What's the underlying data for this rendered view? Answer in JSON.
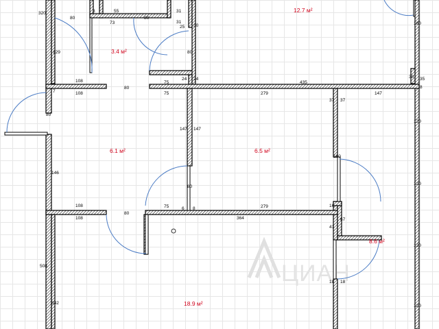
{
  "colors": {
    "area_label": "#d0021b",
    "door_arc": "#4a7bc4",
    "grid": "#e6e6e6",
    "wall": "#000000"
  },
  "rooms": [
    {
      "id": "room-12-7",
      "area": "12.7 м²"
    },
    {
      "id": "room-3-4",
      "area": "3.4 м²"
    },
    {
      "id": "room-6-1",
      "area": "6.1 м²"
    },
    {
      "id": "room-6-5",
      "area": "6.5 м²"
    },
    {
      "id": "room-8-6",
      "area": "8.6 м²"
    },
    {
      "id": "room-18-9",
      "area": "18.9 м²"
    }
  ],
  "dimensions": {
    "d320": "320",
    "d8a": "8",
    "d55": "55",
    "d31a": "31",
    "d80a": "80",
    "d73": "73",
    "d31b": "31",
    "d25": "25",
    "d30a": "30",
    "d180a": "180",
    "d129": "129",
    "d80b": "80",
    "d108a": "108",
    "d24a": "24",
    "d24b": "24",
    "d435": "435",
    "d30b": "30",
    "d35": "35",
    "d8b": "8",
    "d7": "7",
    "d108b": "108",
    "d80c": "80",
    "d75a": "75",
    "d75b": "75",
    "d279a": "279",
    "d37a": "37",
    "d37b": "37",
    "d147a": "147",
    "d80d": "80",
    "d147b": "147",
    "d147c": "147",
    "d120a": "120",
    "d180b": "180",
    "d146": "146",
    "d120b": "120",
    "d80e": "80",
    "d108c": "108",
    "d80f": "80",
    "d75c": "75",
    "d6": "6",
    "d8c": "8",
    "d279b": "279",
    "d16": "16",
    "d108d": "108",
    "d364": "364",
    "d67": "67",
    "d41": "41",
    "d80g": "80",
    "d120c": "120",
    "d508": "508",
    "d18a": "18",
    "d18b": "18",
    "d342": "342",
    "d120d": "120"
  },
  "watermark": {
    "text": "ЦИАН",
    "icon": "cian-house-logo"
  }
}
